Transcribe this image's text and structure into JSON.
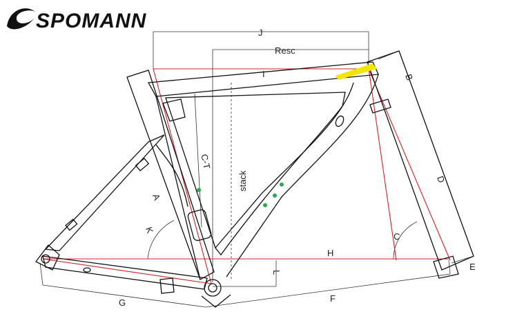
{
  "brand": {
    "name": "SPOMANN"
  },
  "labels": {
    "J": "J",
    "Resc": "Resc",
    "I": "I",
    "B": "B",
    "CT": "C-T",
    "stack": "stack",
    "A": "A",
    "K": "K",
    "D": "D",
    "C": "C",
    "H": "H",
    "L": "L",
    "E": "E",
    "G": "G",
    "F": "F"
  },
  "colors": {
    "accent_red": "#d42020",
    "line_dark": "#111111",
    "highlight_yellow": "#f2e600",
    "marker_green": "#2aa84a"
  }
}
